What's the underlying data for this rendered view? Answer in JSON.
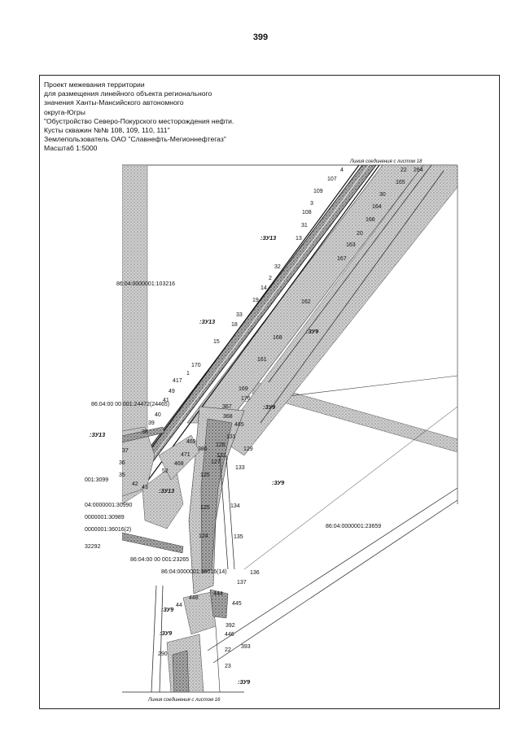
{
  "page": {
    "number": "399"
  },
  "header": {
    "lines": [
      "Проект межевания территории",
      "для размещения линейного объекта регионального",
      "значения Ханты-Мансийского автономного",
      "округа-Югры",
      "\"Обустройство Северо-Покурского месторождения нефти.",
      "Кусты скважин №№ 108, 109, 110, 111\"",
      "Землепользователь ОАО \"Славнефть-Мегионнефтегаз\"",
      "Масштаб 1:5000"
    ]
  },
  "map": {
    "match_line_top": "Линия соединения с листом 18",
    "match_line_bottom": "Линия соединения с листом 16",
    "parcels": [
      ":ЗУ13",
      ":ЗУ13",
      ":ЗУ13",
      ":ЗУ13",
      ":ЗУ9",
      ":ЗУ9",
      ":ЗУ9",
      ":ЗУ9",
      ":ЗУ9",
      ":ЗУ9"
    ],
    "cadastral": [
      "86:04:0000001:103216",
      "86:04:00 00 001:24472(24465)",
      "001:3099",
      "04:0000001:30990",
      "0000001:30989",
      "0000001:36016(2)",
      "32292",
      "86:04:00 00 001:23265",
      "86:04:0000001:36016(14)",
      "86:04:0000001:23659"
    ],
    "points": [
      "4",
      "107",
      "109",
      "22",
      "264",
      "30",
      "165",
      "164",
      "108",
      "3",
      "166",
      "31",
      "20",
      "13",
      "163",
      "167",
      "32",
      "2",
      "14",
      "162",
      "19",
      "33",
      "18",
      "168",
      "15",
      "161",
      "170",
      "1",
      "417",
      "169",
      "49",
      "176",
      "41",
      "367",
      "40",
      "368",
      "39",
      "485",
      "38",
      "131",
      "469",
      "126",
      "129",
      "386",
      "132",
      "127",
      "37",
      "471",
      "36",
      "35",
      "468",
      "125",
      "133",
      "52",
      "42",
      "43",
      "125",
      "134",
      "124",
      "135",
      "136",
      "137",
      "444",
      "448",
      "445",
      "44",
      "392",
      "446",
      "393",
      "22",
      "290",
      "23"
    ]
  }
}
